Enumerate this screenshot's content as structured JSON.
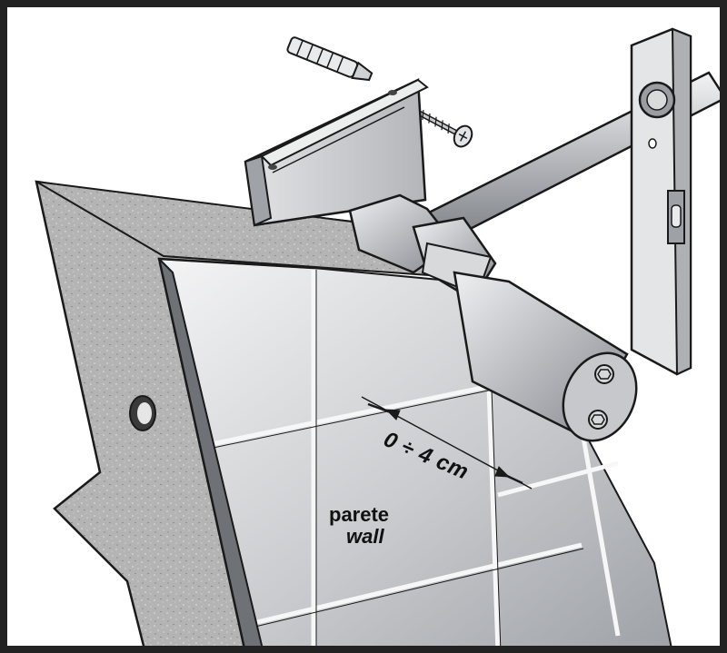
{
  "labels": {
    "wall_it": "parete",
    "wall_en": "wall",
    "distance": "0 ÷ 4 cm"
  },
  "colors": {
    "frame": "#222222",
    "outline": "#1a1a1a",
    "metal_light": "#dcdde0",
    "metal_mid": "#b9bbbf",
    "metal_dark": "#8d9095",
    "tile": "#c9cbce",
    "concrete": "#b4b4b4"
  },
  "icons": [
    "wall-plug-icon",
    "screw-icon",
    "bracket-icon",
    "spirit-level-icon",
    "rod-icon"
  ]
}
